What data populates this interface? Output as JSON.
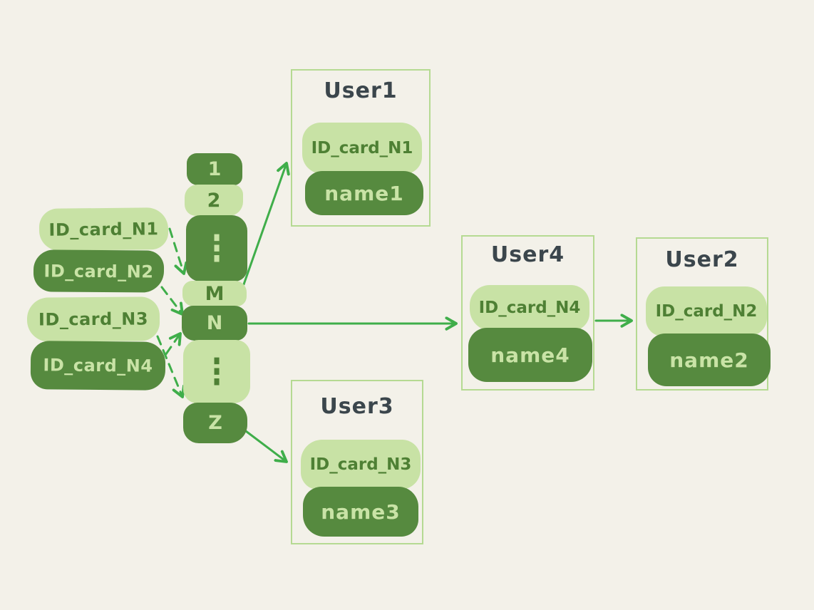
{
  "diagram": {
    "type": "hash-table-mapping",
    "palette": {
      "background": "#f3f1e9",
      "light_green_fill": "#c8e2a5",
      "dark_green_fill": "#568a3f",
      "dark_green_text": "#4e8034",
      "light_green_text": "#c9e3a6",
      "box_border": "#b5da92",
      "arrow_green": "#3fae4a",
      "title_text": "#3b464c"
    },
    "id_cards": [
      {
        "label": "ID_card_N1",
        "variant": "light"
      },
      {
        "label": "ID_card_N2",
        "variant": "dark"
      },
      {
        "label": "ID_card_N3",
        "variant": "light"
      },
      {
        "label": "ID_card_N4",
        "variant": "dark"
      }
    ],
    "hash_table": {
      "buckets": [
        {
          "label": "1",
          "variant": "dark"
        },
        {
          "label": "2",
          "variant": "light"
        },
        {
          "label": "⋮",
          "variant": "dark"
        },
        {
          "label": "M",
          "variant": "light"
        },
        {
          "label": "N",
          "variant": "dark"
        },
        {
          "label": "⋮",
          "variant": "light"
        },
        {
          "label": "Z",
          "variant": "dark"
        }
      ]
    },
    "users": [
      {
        "title": "User1",
        "id_card": "ID_card_N1",
        "name": "name1"
      },
      {
        "title": "User4",
        "id_card": "ID_card_N4",
        "name": "name4"
      },
      {
        "title": "User2",
        "id_card": "ID_card_N2",
        "name": "name2"
      },
      {
        "title": "User3",
        "id_card": "ID_card_N3",
        "name": "name3"
      }
    ],
    "edges": {
      "dashed": [
        {
          "from": "ID_card_N1",
          "to": "bucket-M"
        },
        {
          "from": "ID_card_N2",
          "to": "bucket-N"
        },
        {
          "from": "ID_card_N3",
          "to": "bucket-Z"
        },
        {
          "from": "ID_card_N4",
          "to": "bucket-N"
        }
      ],
      "solid": [
        {
          "from": "bucket-M",
          "to": "User1"
        },
        {
          "from": "bucket-N",
          "to": "User4"
        },
        {
          "from": "bucket-Z",
          "to": "User3"
        },
        {
          "from": "User4",
          "to": "User2"
        }
      ]
    }
  }
}
